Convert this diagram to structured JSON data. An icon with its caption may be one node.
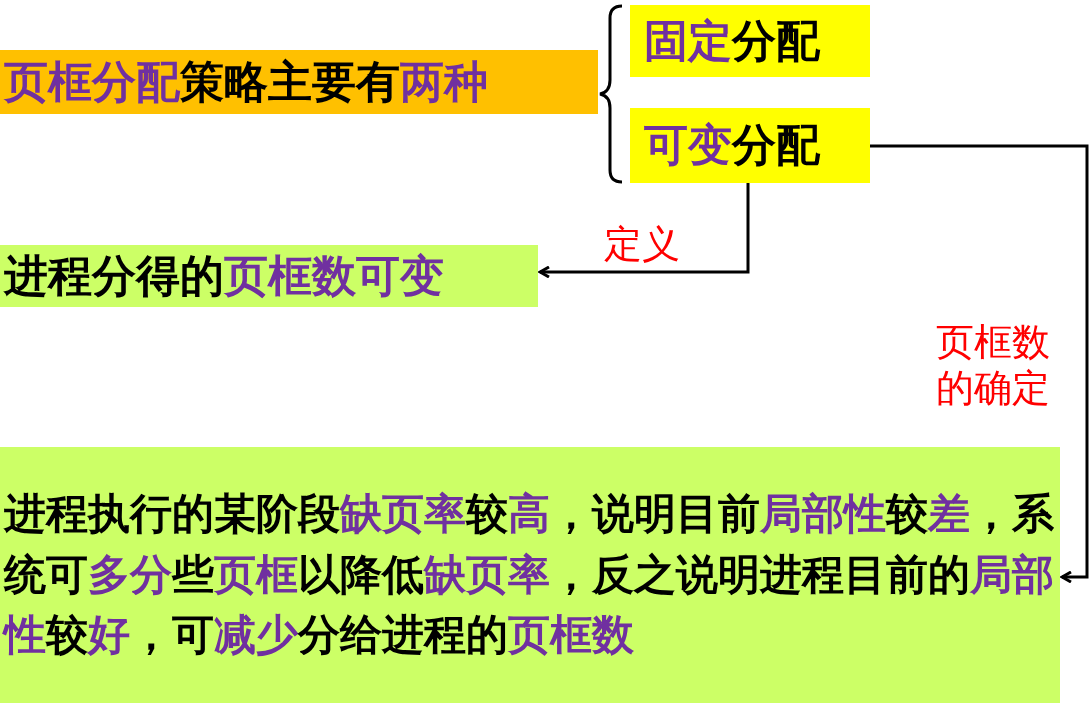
{
  "diagram": {
    "nodes": [
      {
        "text": [
          "**页框分配**策略主要有**两种**"
        ]
      },
      {
        "text": [
          "**固定**分配"
        ]
      },
      {
        "text": [
          "**可变**分配"
        ]
      },
      {
        "text": [
          "进程分得的**页框数可变**"
        ]
      },
      {
        "text": [
          "进程执行的某阶段**缺页率**较**高**，说明目前**局部性**较**差**，系统可**多分**些**页框**以降低**缺页率**，反之说明进程目前的**局部性**较**好**，可**减少**分给进程的**页框数**"
        ]
      }
    ],
    "edges": [
      {
        "from": 2,
        "to": 3,
        "arrow": "to",
        "label": "定义"
      },
      {
        "from": 2,
        "to": 4,
        "arrow": "to",
        "label": "页框数的确定"
      }
    ]
  }
}
